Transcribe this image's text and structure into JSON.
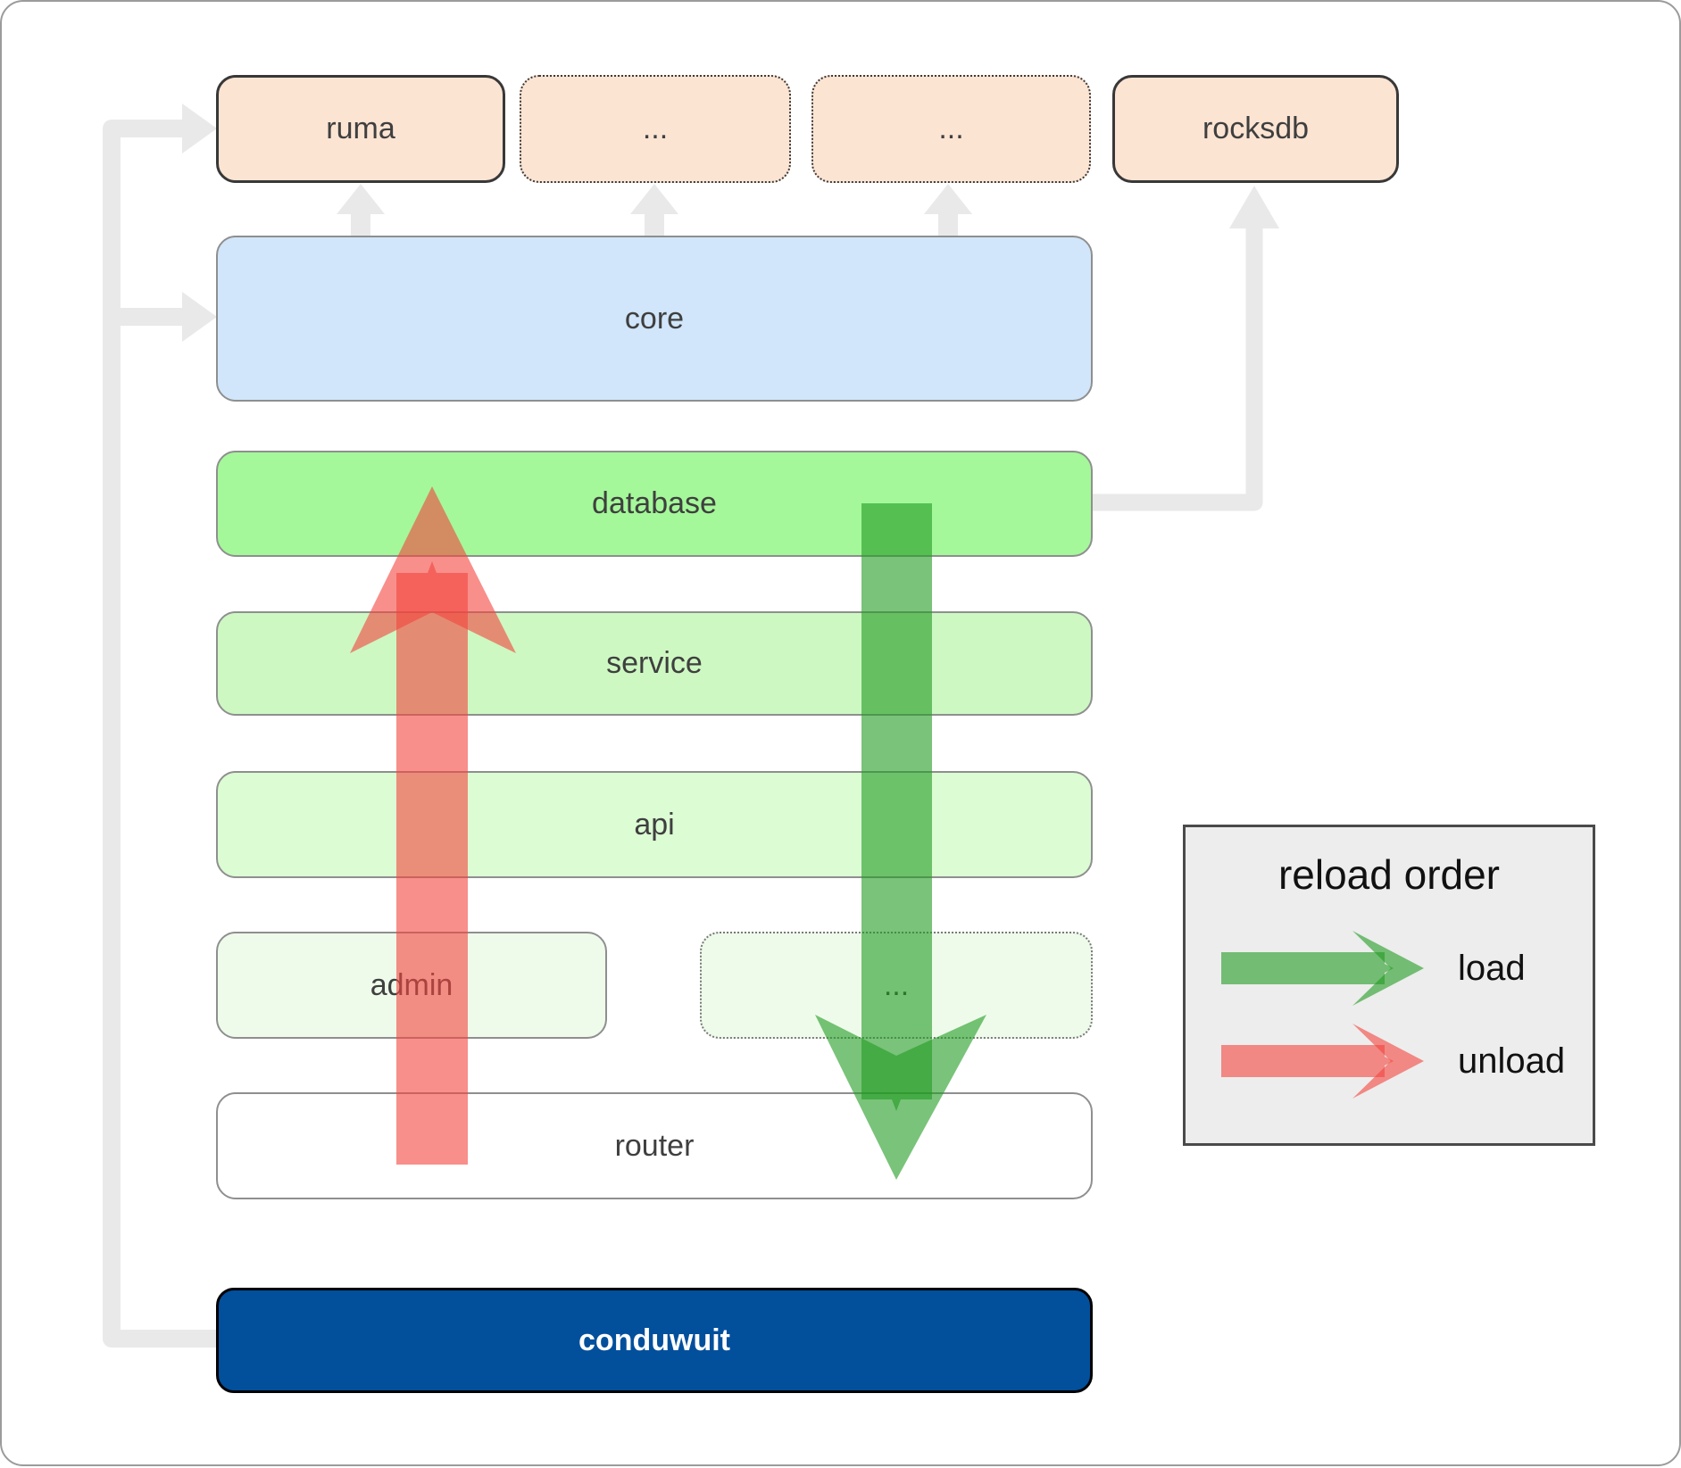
{
  "diagram": {
    "nodes": {
      "ruma": "ruma",
      "dep_a": "...",
      "dep_b": "...",
      "rocksdb": "rocksdb",
      "core": "core",
      "database": "database",
      "service": "service",
      "api": "api",
      "admin": "admin",
      "admin_more": "...",
      "router": "router",
      "conduwuit": "conduwuit"
    }
  },
  "legend": {
    "title": "reload order",
    "items": [
      {
        "id": "load",
        "label": "load",
        "color": "#229b22",
        "icon": "load-arrow-icon"
      },
      {
        "id": "unload",
        "label": "unload",
        "color": "#f4453e",
        "icon": "unload-arrow-icon"
      }
    ]
  },
  "colors": {
    "dependency_box": "#fce4d3",
    "core": "#d1e6fa",
    "database": "#a4f899",
    "service": "#cdf8c2",
    "api": "#dcfcd4",
    "admin": "#eefbea",
    "router": "#ffffff",
    "conduwuit": "#024f9c",
    "connector": "#e9e9e9",
    "load_arrow": "#229b22",
    "unload_arrow": "#f4453e"
  }
}
